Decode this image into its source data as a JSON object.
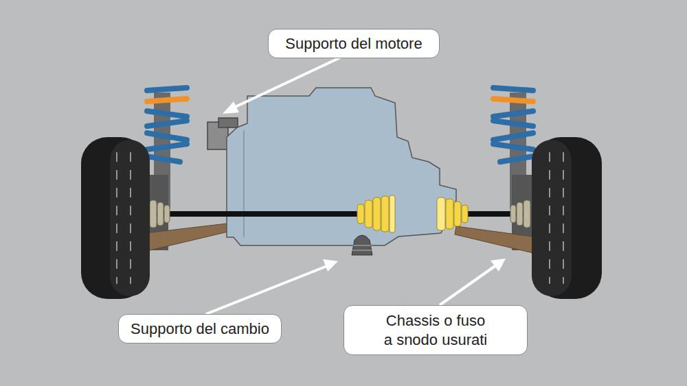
{
  "diagram": {
    "nodes": [
      {
        "text": [
          "Supporto del motore"
        ]
      },
      {
        "text": [
          "Supporto del cambio"
        ]
      },
      {
        "text": [
          "Chassis o fuso a snodo usurati"
        ]
      }
    ]
  }
}
